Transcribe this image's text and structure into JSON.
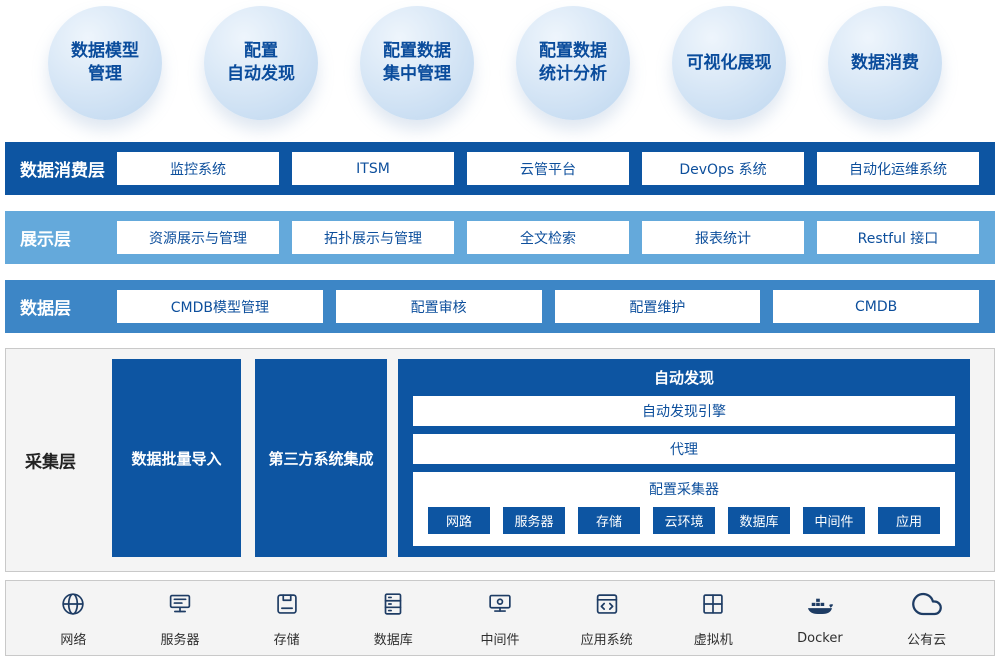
{
  "bubbles": [
    {
      "lines": [
        "数据模型",
        "管理"
      ]
    },
    {
      "lines": [
        "配置",
        "自动发现"
      ]
    },
    {
      "lines": [
        "配置数据",
        "集中管理"
      ]
    },
    {
      "lines": [
        "配置数据",
        "统计分析"
      ]
    },
    {
      "lines": [
        "可视化展现"
      ]
    },
    {
      "lines": [
        "数据消费"
      ]
    }
  ],
  "layers": [
    {
      "label": "数据消费层",
      "items": [
        "监控系统",
        "ITSM",
        "云管平台",
        "DevOps 系统",
        "自动化运维系统"
      ]
    },
    {
      "label": "展示层",
      "items": [
        "资源展示与管理",
        "拓扑展示与管理",
        "全文检索",
        "报表统计",
        "Restful 接口"
      ]
    },
    {
      "label": "数据层",
      "items": [
        "CMDB模型管理",
        "配置审核",
        "配置维护",
        "CMDB"
      ]
    }
  ],
  "collection": {
    "label": "采集层",
    "import_block": "数据批量导入",
    "integration_block": "第三方系统集成",
    "auto_discovery": {
      "title": "自动发现",
      "engine": "自动发现引擎",
      "agent": "代理",
      "collector": {
        "title": "配置采集器",
        "chips": [
          "网路",
          "服务器",
          "存储",
          "云环境",
          "数据库",
          "中间件",
          "应用"
        ]
      }
    }
  },
  "infrastructure": {
    "items": [
      {
        "icon": "network-icon",
        "label": "网络"
      },
      {
        "icon": "server-icon",
        "label": "服务器"
      },
      {
        "icon": "storage-icon",
        "label": "存储"
      },
      {
        "icon": "database-icon",
        "label": "数据库"
      },
      {
        "icon": "middleware-icon",
        "label": "中间件"
      },
      {
        "icon": "app-system-icon",
        "label": "应用系统"
      },
      {
        "icon": "vm-icon",
        "label": "虚拟机"
      },
      {
        "icon": "docker-icon",
        "label": "Docker"
      },
      {
        "icon": "cloud-icon",
        "label": "公有云"
      }
    ]
  },
  "colors": {
    "primary_blue": "#0d55a2",
    "light_blue": "#64a9db",
    "medium_blue": "#3d86c6",
    "bubble_fill": "#cde0f3",
    "bubble_text": "#0a4c9c",
    "panel_gray": "#f4f4f4",
    "panel_border": "#c9c9c9",
    "icon_navy": "#1e3c64"
  }
}
